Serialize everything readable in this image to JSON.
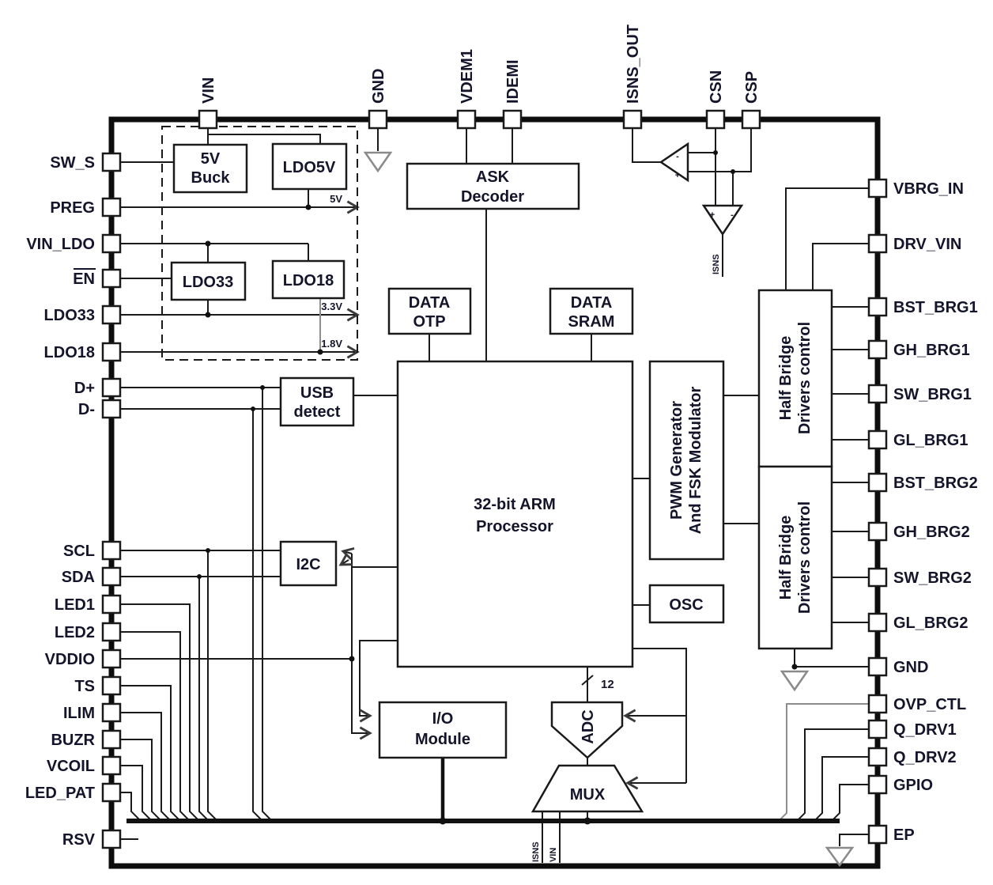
{
  "diagram_title": "SoC block diagram",
  "pins": {
    "top": [
      "VIN",
      "GND",
      "VDEM1",
      "IDEMI",
      "ISNS_OUT",
      "CSN",
      "CSP"
    ],
    "left": [
      "SW_S",
      "PREG",
      "VIN_LDO",
      "EN",
      "LDO33",
      "LDO18",
      "D+",
      "D-",
      "SCL",
      "SDA",
      "LED1",
      "LED2",
      "VDDIO",
      "TS",
      "ILIM",
      "BUZR",
      "VCOIL",
      "LED_PAT",
      "RSV"
    ],
    "right": [
      "VBRG_IN",
      "DRV_VIN",
      "BST_BRG1",
      "GH_BRG1",
      "SW_BRG1",
      "GL_BRG1",
      "BST_BRG2",
      "GH_BRG2",
      "SW_BRG2",
      "GL_BRG2",
      "GND",
      "OVP_CTL",
      "Q_DRV1",
      "Q_DRV2",
      "GPIO",
      "EP"
    ]
  },
  "blocks": {
    "buck": {
      "line1": "5V",
      "line2": "Buck"
    },
    "ldo5v": {
      "label": "LDO5V"
    },
    "ldo33": {
      "label": "LDO33"
    },
    "ldo18": {
      "label": "LDO18"
    },
    "ask": {
      "line1": "ASK",
      "line2": "Decoder"
    },
    "data_otp": {
      "line1": "DATA",
      "line2": "OTP"
    },
    "data_sram": {
      "line1": "DATA",
      "line2": "SRAM"
    },
    "usb": {
      "line1": "USB",
      "line2": "detect"
    },
    "arm": {
      "line1": "32-bit ARM",
      "line2": "Processor"
    },
    "pwm": {
      "line1": "PWM Generator",
      "line2": "And FSK Modulator"
    },
    "hb1": {
      "line1": "Half Bridge",
      "line2": "Drivers control"
    },
    "hb2": {
      "line1": "Half Bridge",
      "line2": "Drivers control"
    },
    "i2c": {
      "label": "I2C"
    },
    "osc": {
      "label": "OSC"
    },
    "io": {
      "line1": "I/O",
      "line2": "Module"
    },
    "adc": {
      "label": "ADC"
    },
    "mux": {
      "label": "MUX"
    }
  },
  "annotations": {
    "rail_5v": "5V",
    "rail_3v3": "3.3V",
    "rail_1v8": "1.8V",
    "adc_bus_bits": "12",
    "isns_signal": "ISNS",
    "mux_in_isns": "ISNS",
    "mux_in_vin": "VIN",
    "plus": "+",
    "minus": "-"
  },
  "colors": {
    "background": "#ffffff",
    "line": "#1a1a1a",
    "text": "#14142b",
    "gray_symbol": "#8a8a8a"
  }
}
